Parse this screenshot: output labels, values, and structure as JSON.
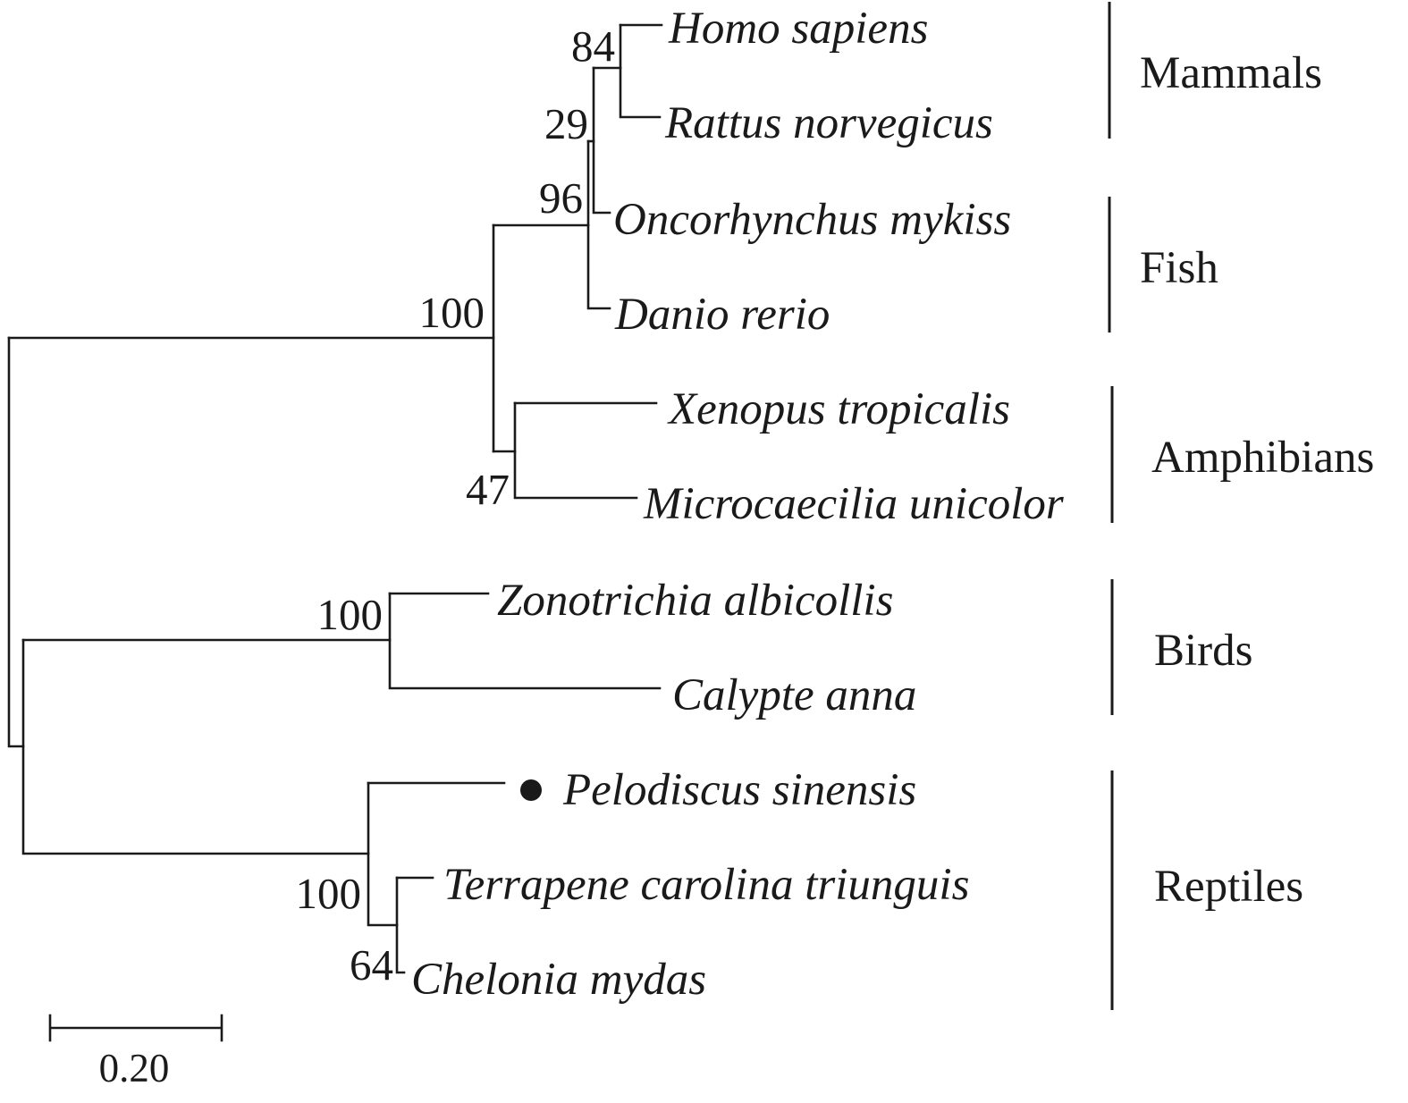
{
  "taxa": [
    "Homo sapiens",
    "Rattus norvegicus",
    "Oncorhynchus mykiss",
    "Danio rerio",
    "Xenopus tropicalis",
    "Microcaecilia unicolor",
    "Zonotrichia albicollis",
    "Calypte anna",
    "Pelodiscus sinensis",
    "Terrapene carolina triunguis",
    "Chelonia mydas"
  ],
  "bootstrap": [
    "84",
    "29",
    "96",
    "100",
    "47",
    "100",
    "100",
    "64"
  ],
  "groups": [
    "Mammals",
    "Fish",
    "Amphibians",
    "Birds",
    "Reptiles"
  ],
  "highlighted_taxon": "Pelodiscus sinensis",
  "scale_bar": {
    "label": "0.20",
    "value": 0.2
  }
}
